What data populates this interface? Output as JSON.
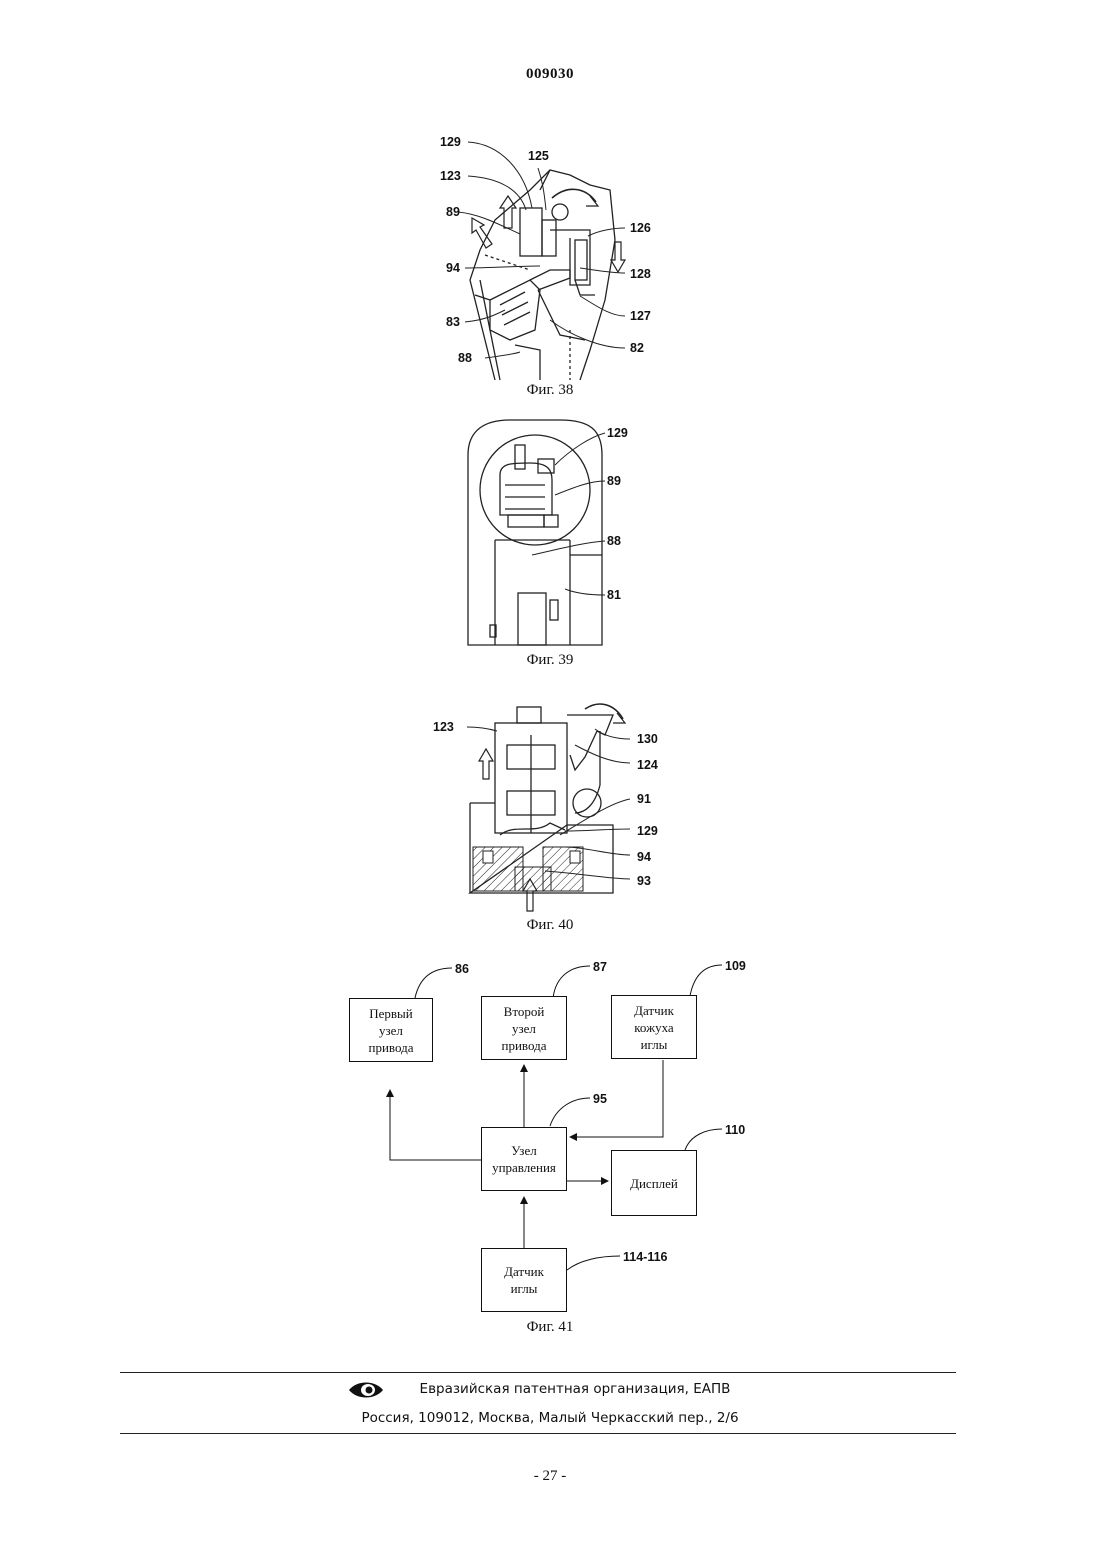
{
  "header": {
    "patent_number": "009030"
  },
  "figures": {
    "fig38": {
      "caption": "Фиг. 38",
      "labels": {
        "l129": "129",
        "l125": "125",
        "l123": "123",
        "l89": "89",
        "l126": "126",
        "l94": "94",
        "l128": "128",
        "l83": "83",
        "l127": "127",
        "l88": "88",
        "l82": "82"
      }
    },
    "fig39": {
      "caption": "Фиг. 39",
      "labels": {
        "l129": "129",
        "l89": "89",
        "l88": "88",
        "l81": "81"
      }
    },
    "fig40": {
      "caption": "Фиг. 40",
      "labels": {
        "l123": "123",
        "l130": "130",
        "l124": "124",
        "l91": "91",
        "l129": "129",
        "l94": "94",
        "l93": "93"
      }
    },
    "fig41": {
      "caption": "Фиг. 41",
      "blocks": {
        "first_drive": "Первый\nузел\nпривода",
        "second_drive": "Второй\nузел\nпривода",
        "cover_sensor": "Датчик\nкожуха\nиглы",
        "control_unit": "Узел\nуправления",
        "display": "Дисплей",
        "needle_sensor": "Датчик\nиглы"
      },
      "labels": {
        "l86": "86",
        "l87": "87",
        "l109": "109",
        "l95": "95",
        "l110": "110",
        "l114": "114-116"
      }
    }
  },
  "footer": {
    "org": "Евразийская патентная организация, ЕАПВ",
    "address": "Россия, 109012, Москва, Малый Черкасский пер., 2/6",
    "logo_icon": "eapo-eye-logo"
  },
  "page_number": "- 27 -"
}
